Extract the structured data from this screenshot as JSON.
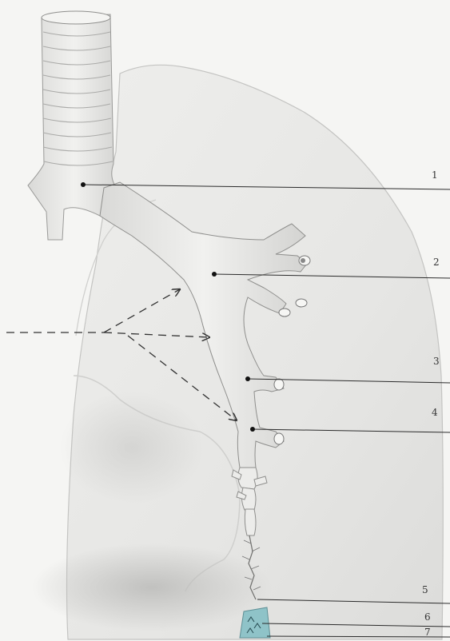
{
  "labels": {
    "l1": "1",
    "l2": "2",
    "l3": "3",
    "l4": "4",
    "l5": "5",
    "l6": "6",
    "l7": "7"
  },
  "colors": {
    "background": "#f5f5f3",
    "lung_fill": "#e9e9e7",
    "leader_line": "#2b2b2b",
    "alveolus": "#8fc3c8"
  }
}
